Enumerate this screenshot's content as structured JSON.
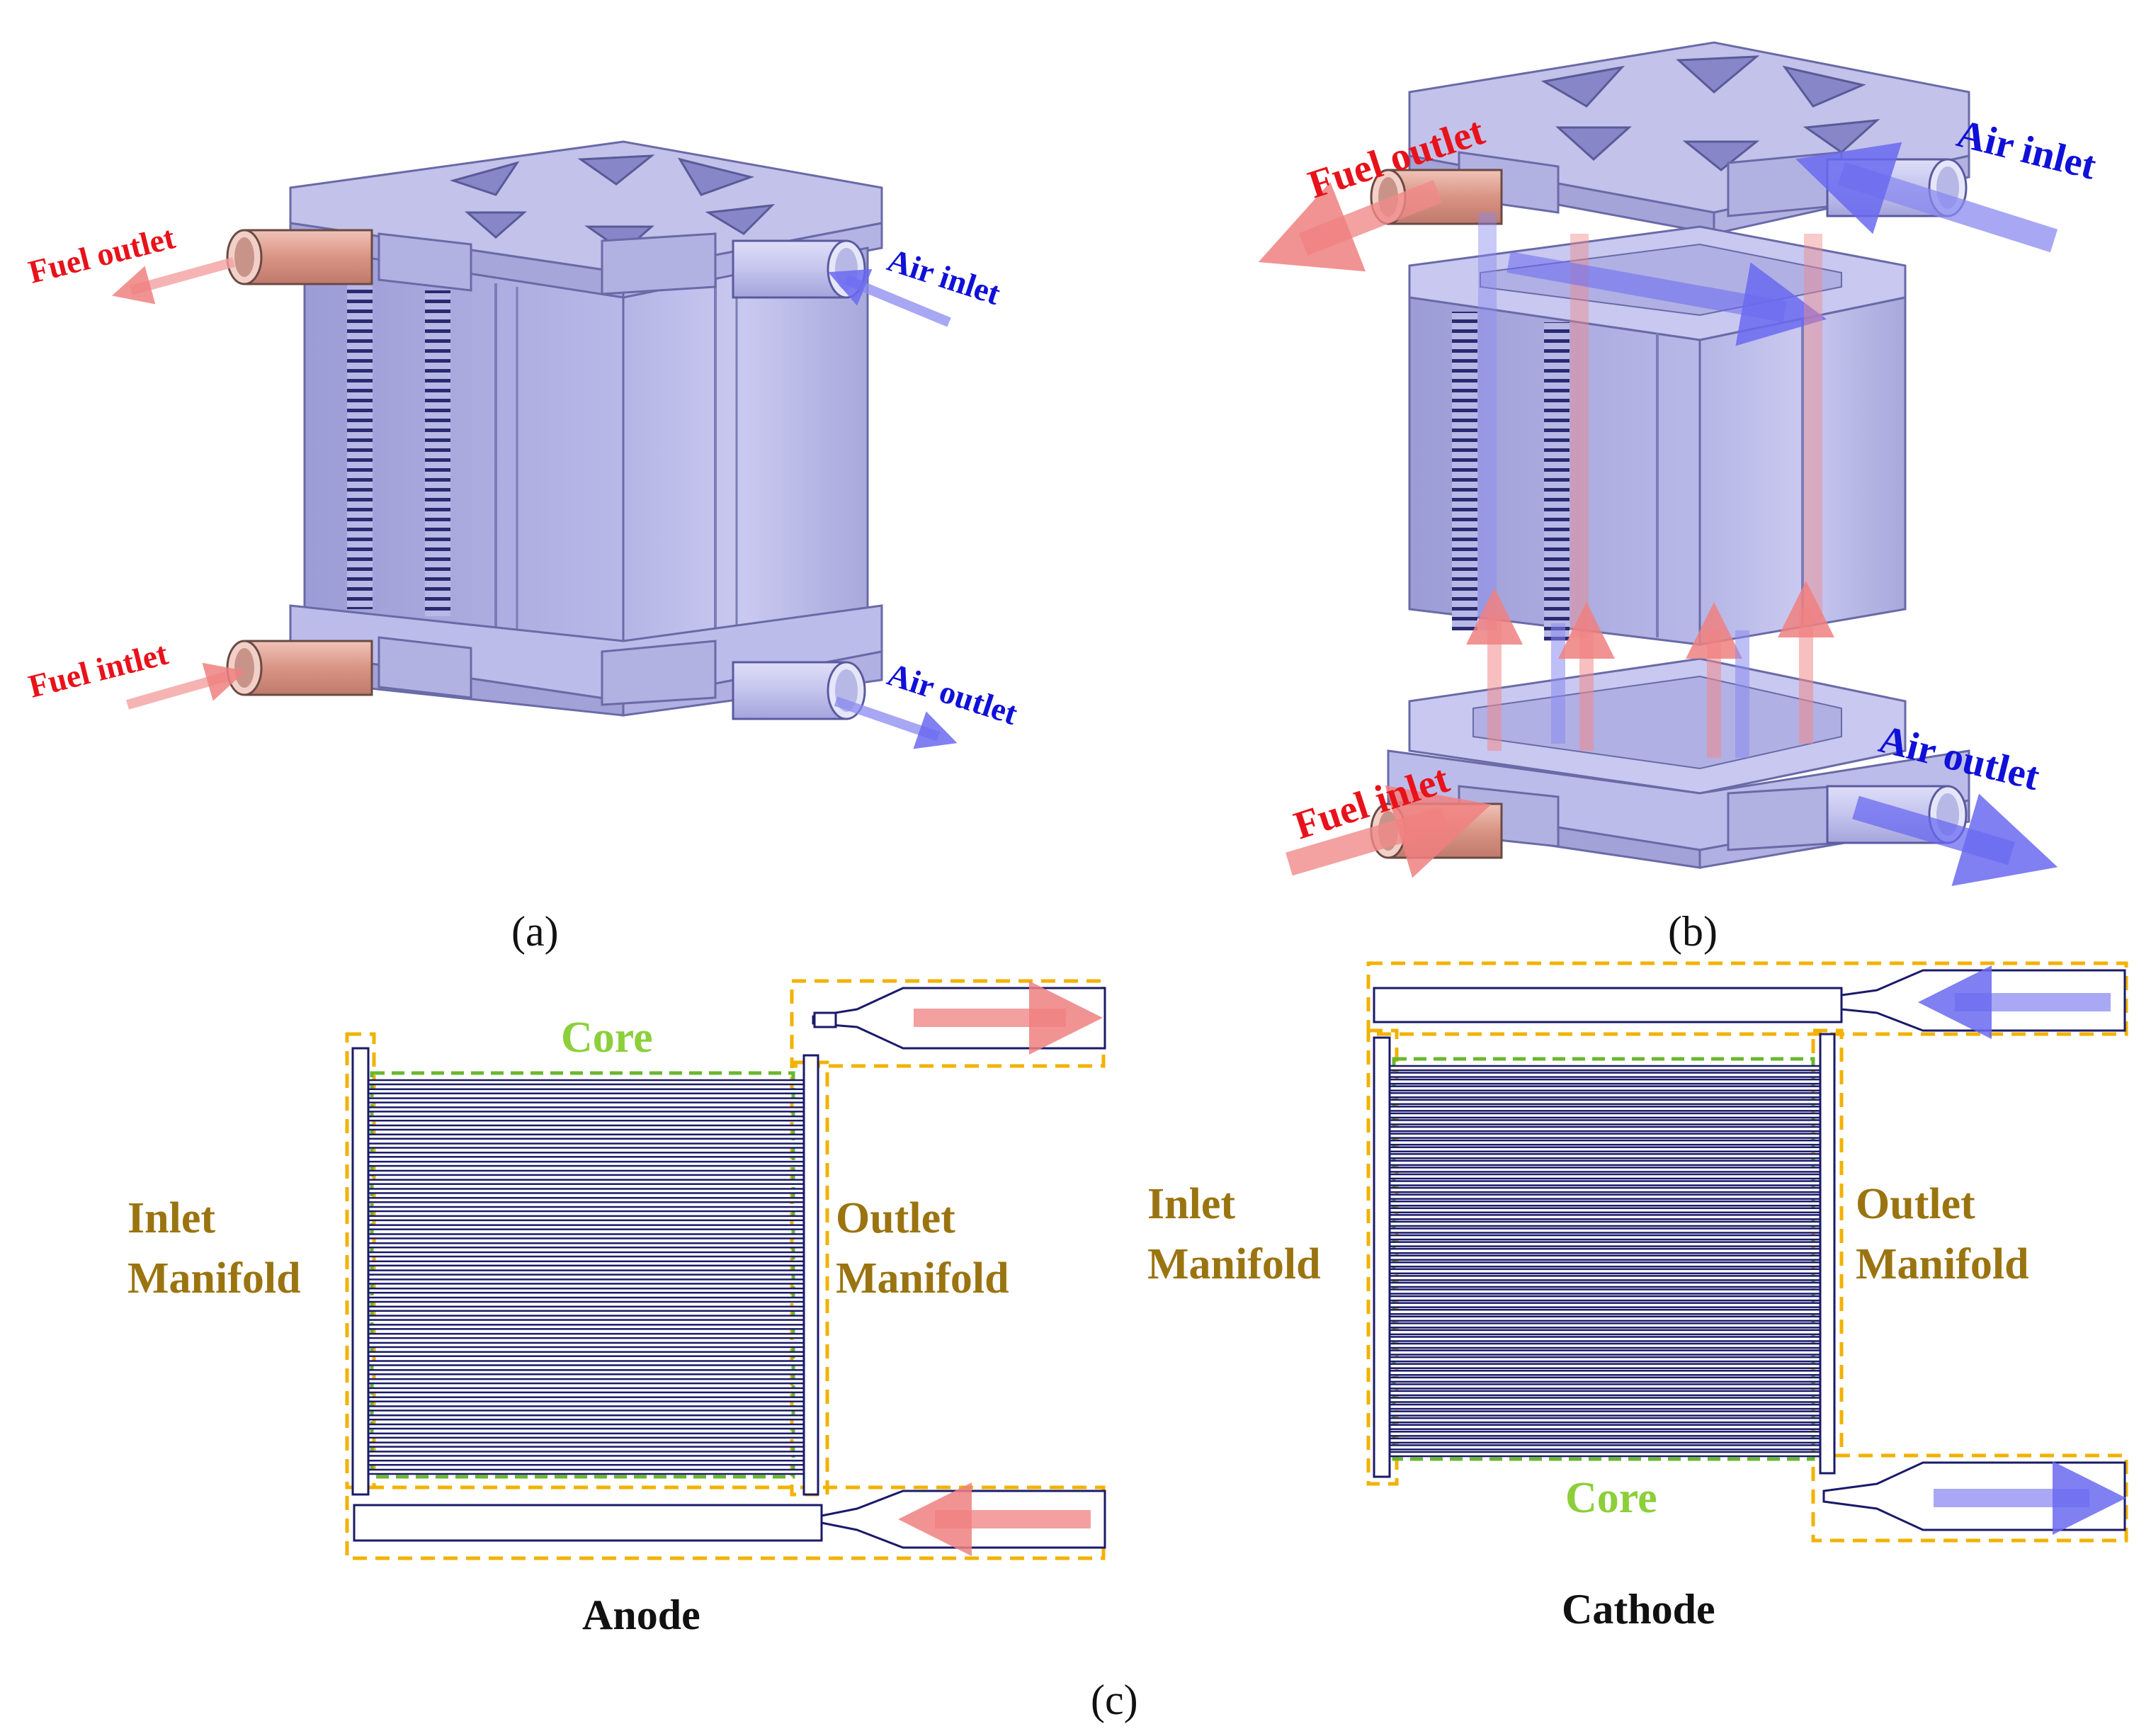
{
  "panels": {
    "a": "(a)",
    "b": "(b)",
    "c": "(c)"
  },
  "labels": {
    "a_fuel_outlet": "Fuel outlet",
    "a_fuel_intlet": "Fuel intlet",
    "a_air_inlet": "Air inlet",
    "a_air_outlet": "Air outlet",
    "b_fuel_outlet": "Fuel outlet",
    "b_fuel_inlet": "Fuel inlet",
    "b_air_inlet": "Air inlet",
    "b_air_outlet": "Air outlet"
  },
  "anode": {
    "title": "Anode",
    "core": "Core",
    "inlet_line1": "Inlet",
    "inlet_line2": "Manifold",
    "outlet_line1": "Outlet",
    "outlet_line2": "Manifold"
  },
  "cathode": {
    "title": "Cathode",
    "core": "Core",
    "inlet_line1": "Inlet",
    "inlet_line2": "Manifold",
    "outlet_line1": "Outlet",
    "outlet_line2": "Manifold"
  },
  "colors": {
    "fuel": "#e8121b",
    "air": "#1010d8",
    "manifold_text": "#9a7410",
    "core_text": "#8ccf3a",
    "manifold_box": "#f2b200",
    "core_box": "#6ab82e",
    "stack_body": "#c4c4ee",
    "channel": "#1a1a6a"
  }
}
